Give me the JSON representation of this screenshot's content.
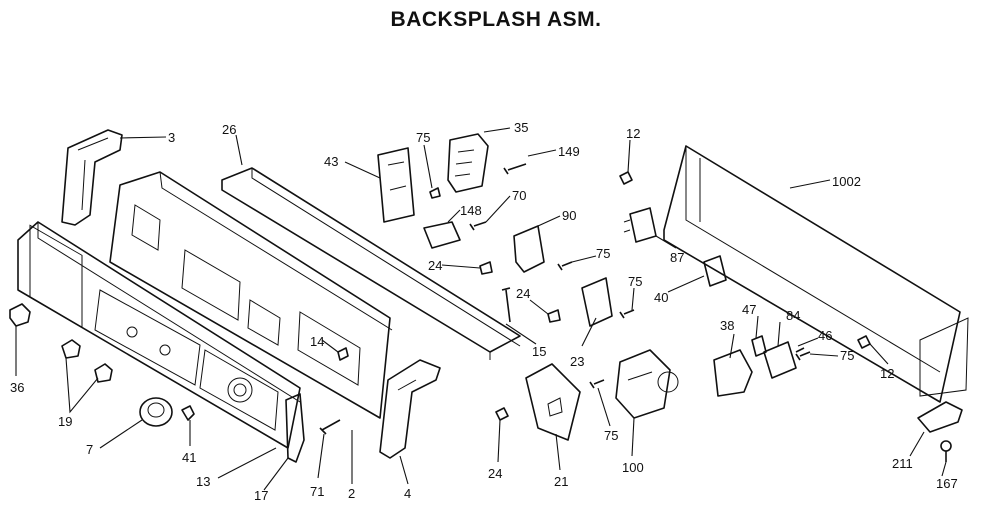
{
  "title": "BACKSPLASH ASM.",
  "callouts": {
    "c3": "3",
    "c26": "26",
    "c43": "43",
    "c75a": "75",
    "c35": "35",
    "c149": "149",
    "c12a": "12",
    "c1002": "1002",
    "c148": "148",
    "c70": "70",
    "c90": "90",
    "c87": "87",
    "c24a": "24",
    "c75b": "75",
    "c75c": "75",
    "c40": "40",
    "c24b": "24",
    "c14": "14",
    "c15": "15",
    "c23": "23",
    "c47": "47",
    "c84": "84",
    "c38": "38",
    "c46": "46",
    "c75d": "75",
    "c12b": "12",
    "c36": "36",
    "c19": "19",
    "c7": "7",
    "c41": "41",
    "c13": "13",
    "c17": "17",
    "c71": "71",
    "c2": "2",
    "c4": "4",
    "c24c": "24",
    "c21": "21",
    "c75e": "75",
    "c100": "100",
    "c211": "211",
    "c167": "167"
  }
}
